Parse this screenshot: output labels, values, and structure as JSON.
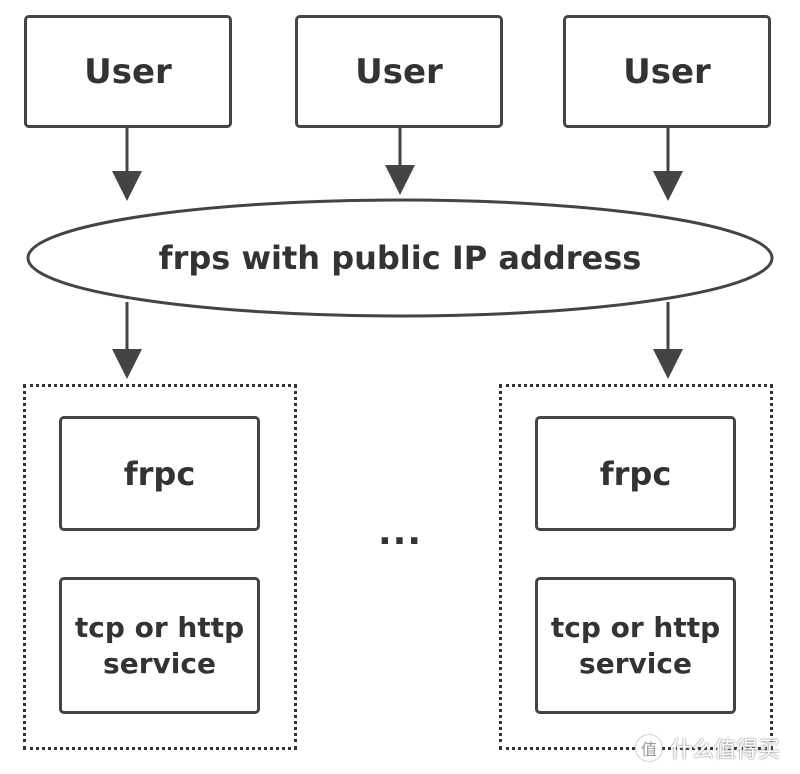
{
  "users": [
    "User",
    "User",
    "User"
  ],
  "server": {
    "label": "frps with public IP address"
  },
  "clients": [
    {
      "frpc_label": "frpc",
      "service_line1": "tcp or http",
      "service_line2": "service"
    },
    {
      "frpc_label": "frpc",
      "service_line1": "tcp or http",
      "service_line2": "service"
    }
  ],
  "ellipsis": "...",
  "watermark": {
    "logo": "值",
    "text": "什么值得买"
  },
  "colors": {
    "stroke": "#444444",
    "text": "#333333",
    "background": "#ffffff"
  }
}
